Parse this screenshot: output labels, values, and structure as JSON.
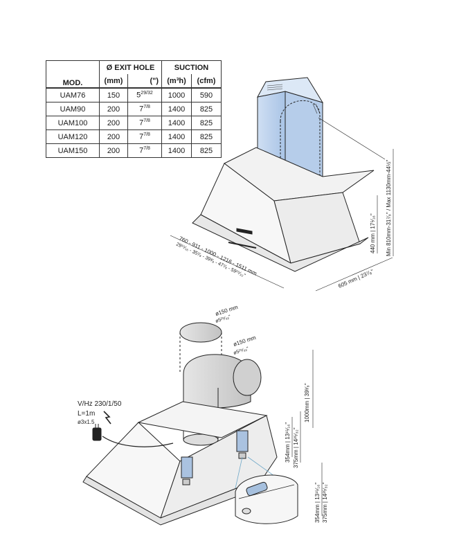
{
  "table": {
    "col_model": "MOD.",
    "col_exit": "Ø EXIT HOLE",
    "col_exit_mm": "(mm)",
    "col_exit_in": "(\")",
    "col_suction": "SUCTION",
    "col_suction_m3h": "(m³h)",
    "col_suction_cfm": "(cfm)",
    "rows": [
      {
        "model": "UAM76",
        "mm": "150",
        "in_whole": "5",
        "in_frac": "29/32",
        "m3h": "1000",
        "cfm": "590"
      },
      {
        "model": "UAM90",
        "mm": "200",
        "in_whole": "7",
        "in_frac": "7/8",
        "m3h": "1400",
        "cfm": "825"
      },
      {
        "model": "UAM100",
        "mm": "200",
        "in_whole": "7",
        "in_frac": "7/8",
        "m3h": "1400",
        "cfm": "825"
      },
      {
        "model": "UAM120",
        "mm": "200",
        "in_whole": "7",
        "in_frac": "7/8",
        "m3h": "1400",
        "cfm": "825"
      },
      {
        "model": "UAM150",
        "mm": "200",
        "in_whole": "7",
        "in_frac": "7/8",
        "m3h": "1400",
        "cfm": "825"
      }
    ]
  },
  "top_drawing": {
    "width_mm": "760 - 911 - 1000 - 1216 - 1511 mm",
    "width_in": "29¹⁵⁄₁₆ - 35⁷⁄₈ - 39³⁄₈ - 47⁷⁄₈ - 59¹⁵⁄₃₂\"",
    "depth": "605 mm | 23⁷⁄₈\"",
    "height": "440 mm | 17⁵⁄₁₆\"",
    "total_height": "Min 810mm-31⁷⁄₈\" / Max 1130mm-44½\""
  },
  "bottom_drawing": {
    "duct_top_mm": "ø150 mm",
    "duct_top_in": "ø5²⁹⁄₃₂\"",
    "duct_side_mm": "ø150 mm",
    "duct_side_in": "ø5²⁹⁄₃₂\"",
    "power": "V/Hz 230/1/50",
    "cable_length": "L=1m",
    "cable_section": "ø3x1.5",
    "dim_1000": "1000mm | 39³⁄₈\"",
    "dim_354": "354mm | 13¹⁵⁄₁₆\"",
    "dim_375": "375mm | 14²⁵⁄₃₂\"",
    "detail_354": "354mm | 13¹⁵⁄₁₆\"",
    "detail_375": "375mm | 14²⁵⁄₃₂\""
  }
}
